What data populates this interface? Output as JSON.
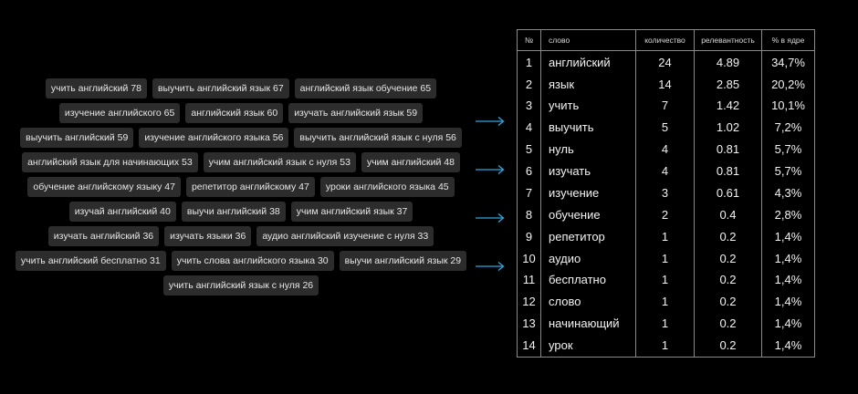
{
  "tags": [
    [
      "учить английский 78",
      "выучить английский язык 67",
      "английский язык обучение 65"
    ],
    [
      "изучение английского 65",
      "английский язык 60",
      "изучать английский язык 59"
    ],
    [
      "выучить английский 59",
      "изучение английского языка 56",
      "выучить английский язык с нуля 56"
    ],
    [
      "английский язык для начинающих 53",
      "учим английский язык с нуля 53",
      "учим английский 48"
    ],
    [
      "обучение английскому языку 47",
      "репетитор английскому 47",
      "уроки английского языка 45"
    ],
    [
      "изучай английский 40",
      "выучи английский 38",
      "учим английский язык 37"
    ],
    [
      "изучать английский 36",
      "изучать языки 36",
      "аудио английский изучение с нуля 33"
    ],
    [
      "учить английский бесплатно 31",
      "учить слова английского языка 30",
      "выучи английский язык 29"
    ],
    [
      "учить английский язык с нуля 26"
    ]
  ],
  "table": {
    "headers": [
      "№",
      "слово",
      "количество",
      "релевантность",
      "% в ядре"
    ],
    "rows": [
      [
        "1",
        "английский",
        "24",
        "4.89",
        "34,7%"
      ],
      [
        "2",
        "язык",
        "14",
        "2.85",
        "20,2%"
      ],
      [
        "3",
        "учить",
        "7",
        "1.42",
        "10,1%"
      ],
      [
        "4",
        "выучить",
        "5",
        "1.02",
        "7,2%"
      ],
      [
        "5",
        "нуль",
        "4",
        "0.81",
        "5,7%"
      ],
      [
        "6",
        "изучать",
        "4",
        "0.81",
        "5,7%"
      ],
      [
        "7",
        "изучение",
        "3",
        "0.61",
        "4,3%"
      ],
      [
        "8",
        "обучение",
        "2",
        "0.4",
        "2,8%"
      ],
      [
        "9",
        "репетитор",
        "1",
        "0.2",
        "1,4%"
      ],
      [
        "10",
        "аудио",
        "1",
        "0.2",
        "1,4%"
      ],
      [
        "11",
        "бесплатно",
        "1",
        "0.2",
        "1,4%"
      ],
      [
        "12",
        "слово",
        "1",
        "0.2",
        "1,4%"
      ],
      [
        "13",
        "начинающий",
        "1",
        "0.2",
        "1,4%"
      ],
      [
        "14",
        "урок",
        "1",
        "0.2",
        "1,4%"
      ]
    ]
  },
  "colors": {
    "background": "#000000",
    "tag_bg": "#2c2c2c",
    "arrow": "#2aa8e0",
    "border": "#8a8a8a"
  },
  "icons": {
    "arrow": "arrow-right-icon"
  }
}
